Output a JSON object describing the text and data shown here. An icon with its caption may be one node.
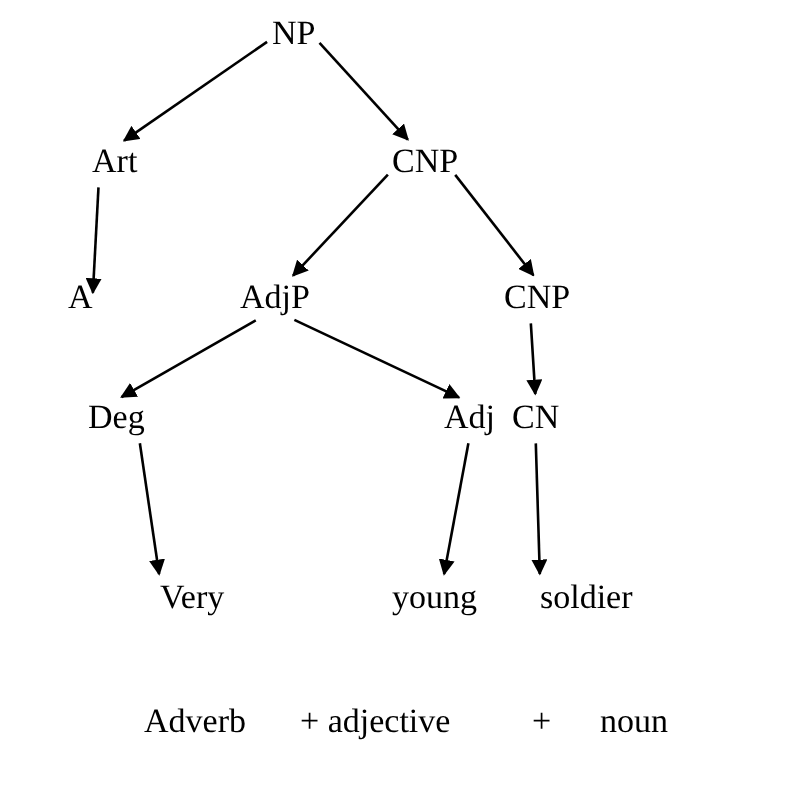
{
  "diagram": {
    "nodes": [
      {
        "text": [
          "NP"
        ]
      },
      {
        "text": [
          "Art"
        ]
      },
      {
        "text": [
          "CNP"
        ]
      },
      {
        "text": [
          "A"
        ]
      },
      {
        "text": [
          "AdjP"
        ]
      },
      {
        "text": [
          "CNP"
        ]
      },
      {
        "text": [
          "Deg"
        ]
      },
      {
        "text": [
          "Adj"
        ]
      },
      {
        "text": [
          "CN"
        ]
      },
      {
        "text": [
          "Very"
        ]
      },
      {
        "text": [
          "young"
        ]
      },
      {
        "text": [
          "soldier"
        ]
      }
    ],
    "edges": [
      {
        "from": 0,
        "to": 1,
        "arrow": "to"
      },
      {
        "from": 0,
        "to": 2,
        "arrow": "to"
      },
      {
        "from": 1,
        "to": 3,
        "arrow": "to"
      },
      {
        "from": 2,
        "to": 4,
        "arrow": "to"
      },
      {
        "from": 2,
        "to": 5,
        "arrow": "to"
      },
      {
        "from": 4,
        "to": 6,
        "arrow": "to"
      },
      {
        "from": 4,
        "to": 7,
        "arrow": "to"
      },
      {
        "from": 5,
        "to": 8,
        "arrow": "to"
      },
      {
        "from": 6,
        "to": 9,
        "arrow": "to"
      },
      {
        "from": 7,
        "to": 10,
        "arrow": "to"
      },
      {
        "from": 8,
        "to": 11,
        "arrow": "to"
      }
    ],
    "labels": [
      "Adverb",
      "+ adjective",
      "+",
      "noun"
    ]
  }
}
